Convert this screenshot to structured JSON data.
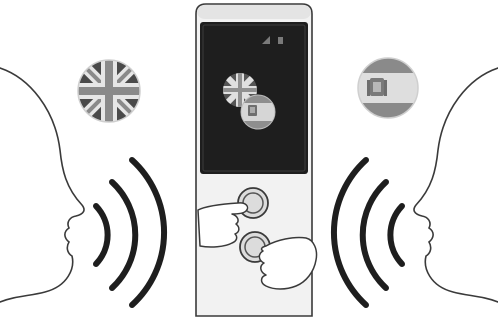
{
  "figure": {
    "kind": "illustration",
    "style": "grayscale line drawing",
    "left_flag_icon": "uk-flag-icon",
    "right_flag_icon": "spain-flag-icon",
    "device_screen_icons": [
      "uk-flag-icon",
      "spain-flag-icon"
    ],
    "device_buttons": 2,
    "finger_icon": "pointing-hand-icon",
    "colors": {
      "outline": "#3a3a3a",
      "screen": "#1e1e1e",
      "flag_dark": "#4a4a4a",
      "flag_light": "#d8d8d8",
      "device_body": "#f2f2f2"
    }
  }
}
